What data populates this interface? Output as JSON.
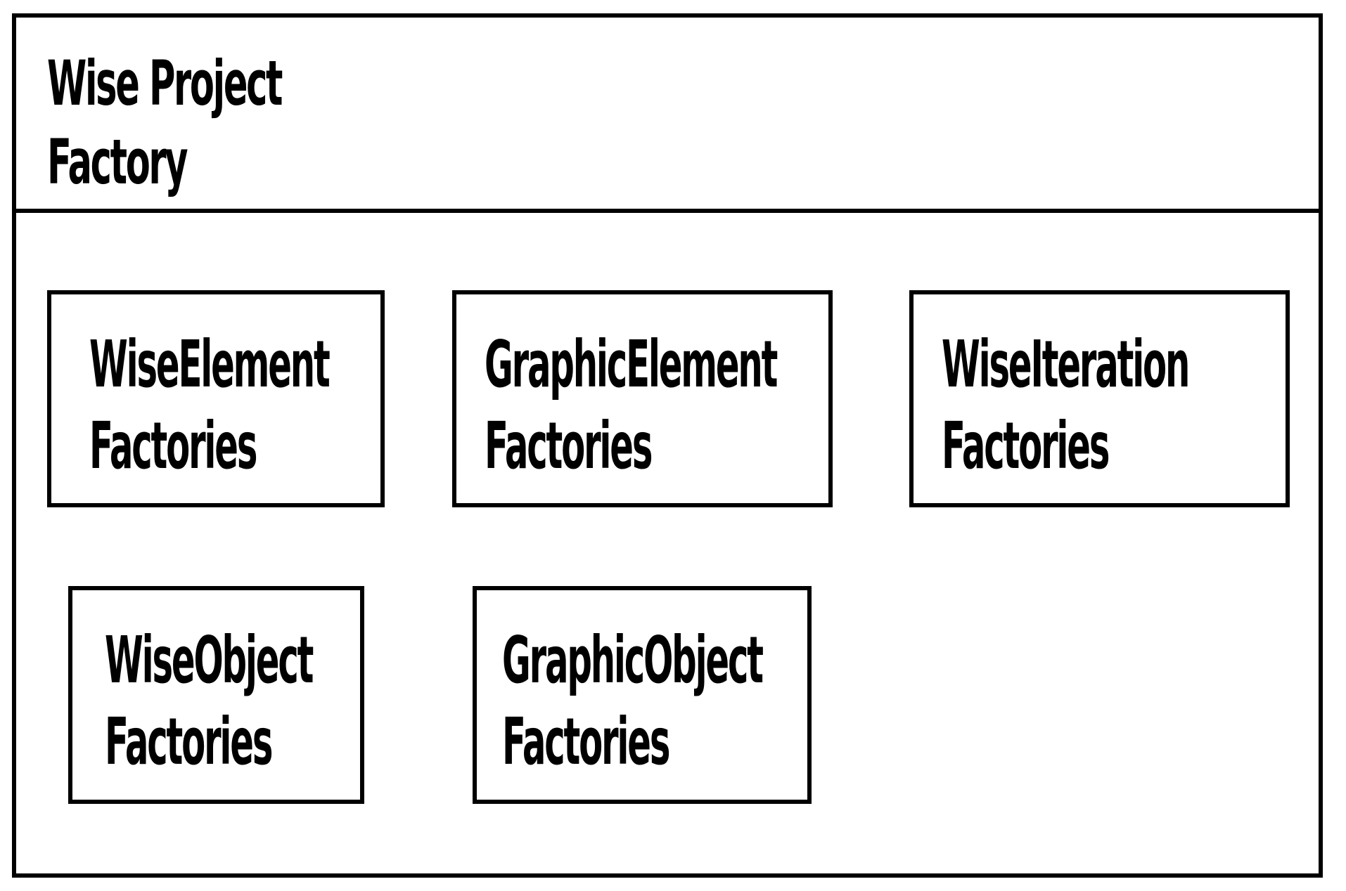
{
  "container": {
    "title_line1": "Wise Project",
    "title_line2": "Factory"
  },
  "components": [
    {
      "line1": "WiseElement",
      "line2": "Factories"
    },
    {
      "line1": "GraphicElement",
      "line2": "Factories"
    },
    {
      "line1": "WiseIteration",
      "line2": "Factories"
    },
    {
      "line1": "WiseObject",
      "line2": "Factories"
    },
    {
      "line1": "GraphicObject",
      "line2": "Factories"
    }
  ]
}
